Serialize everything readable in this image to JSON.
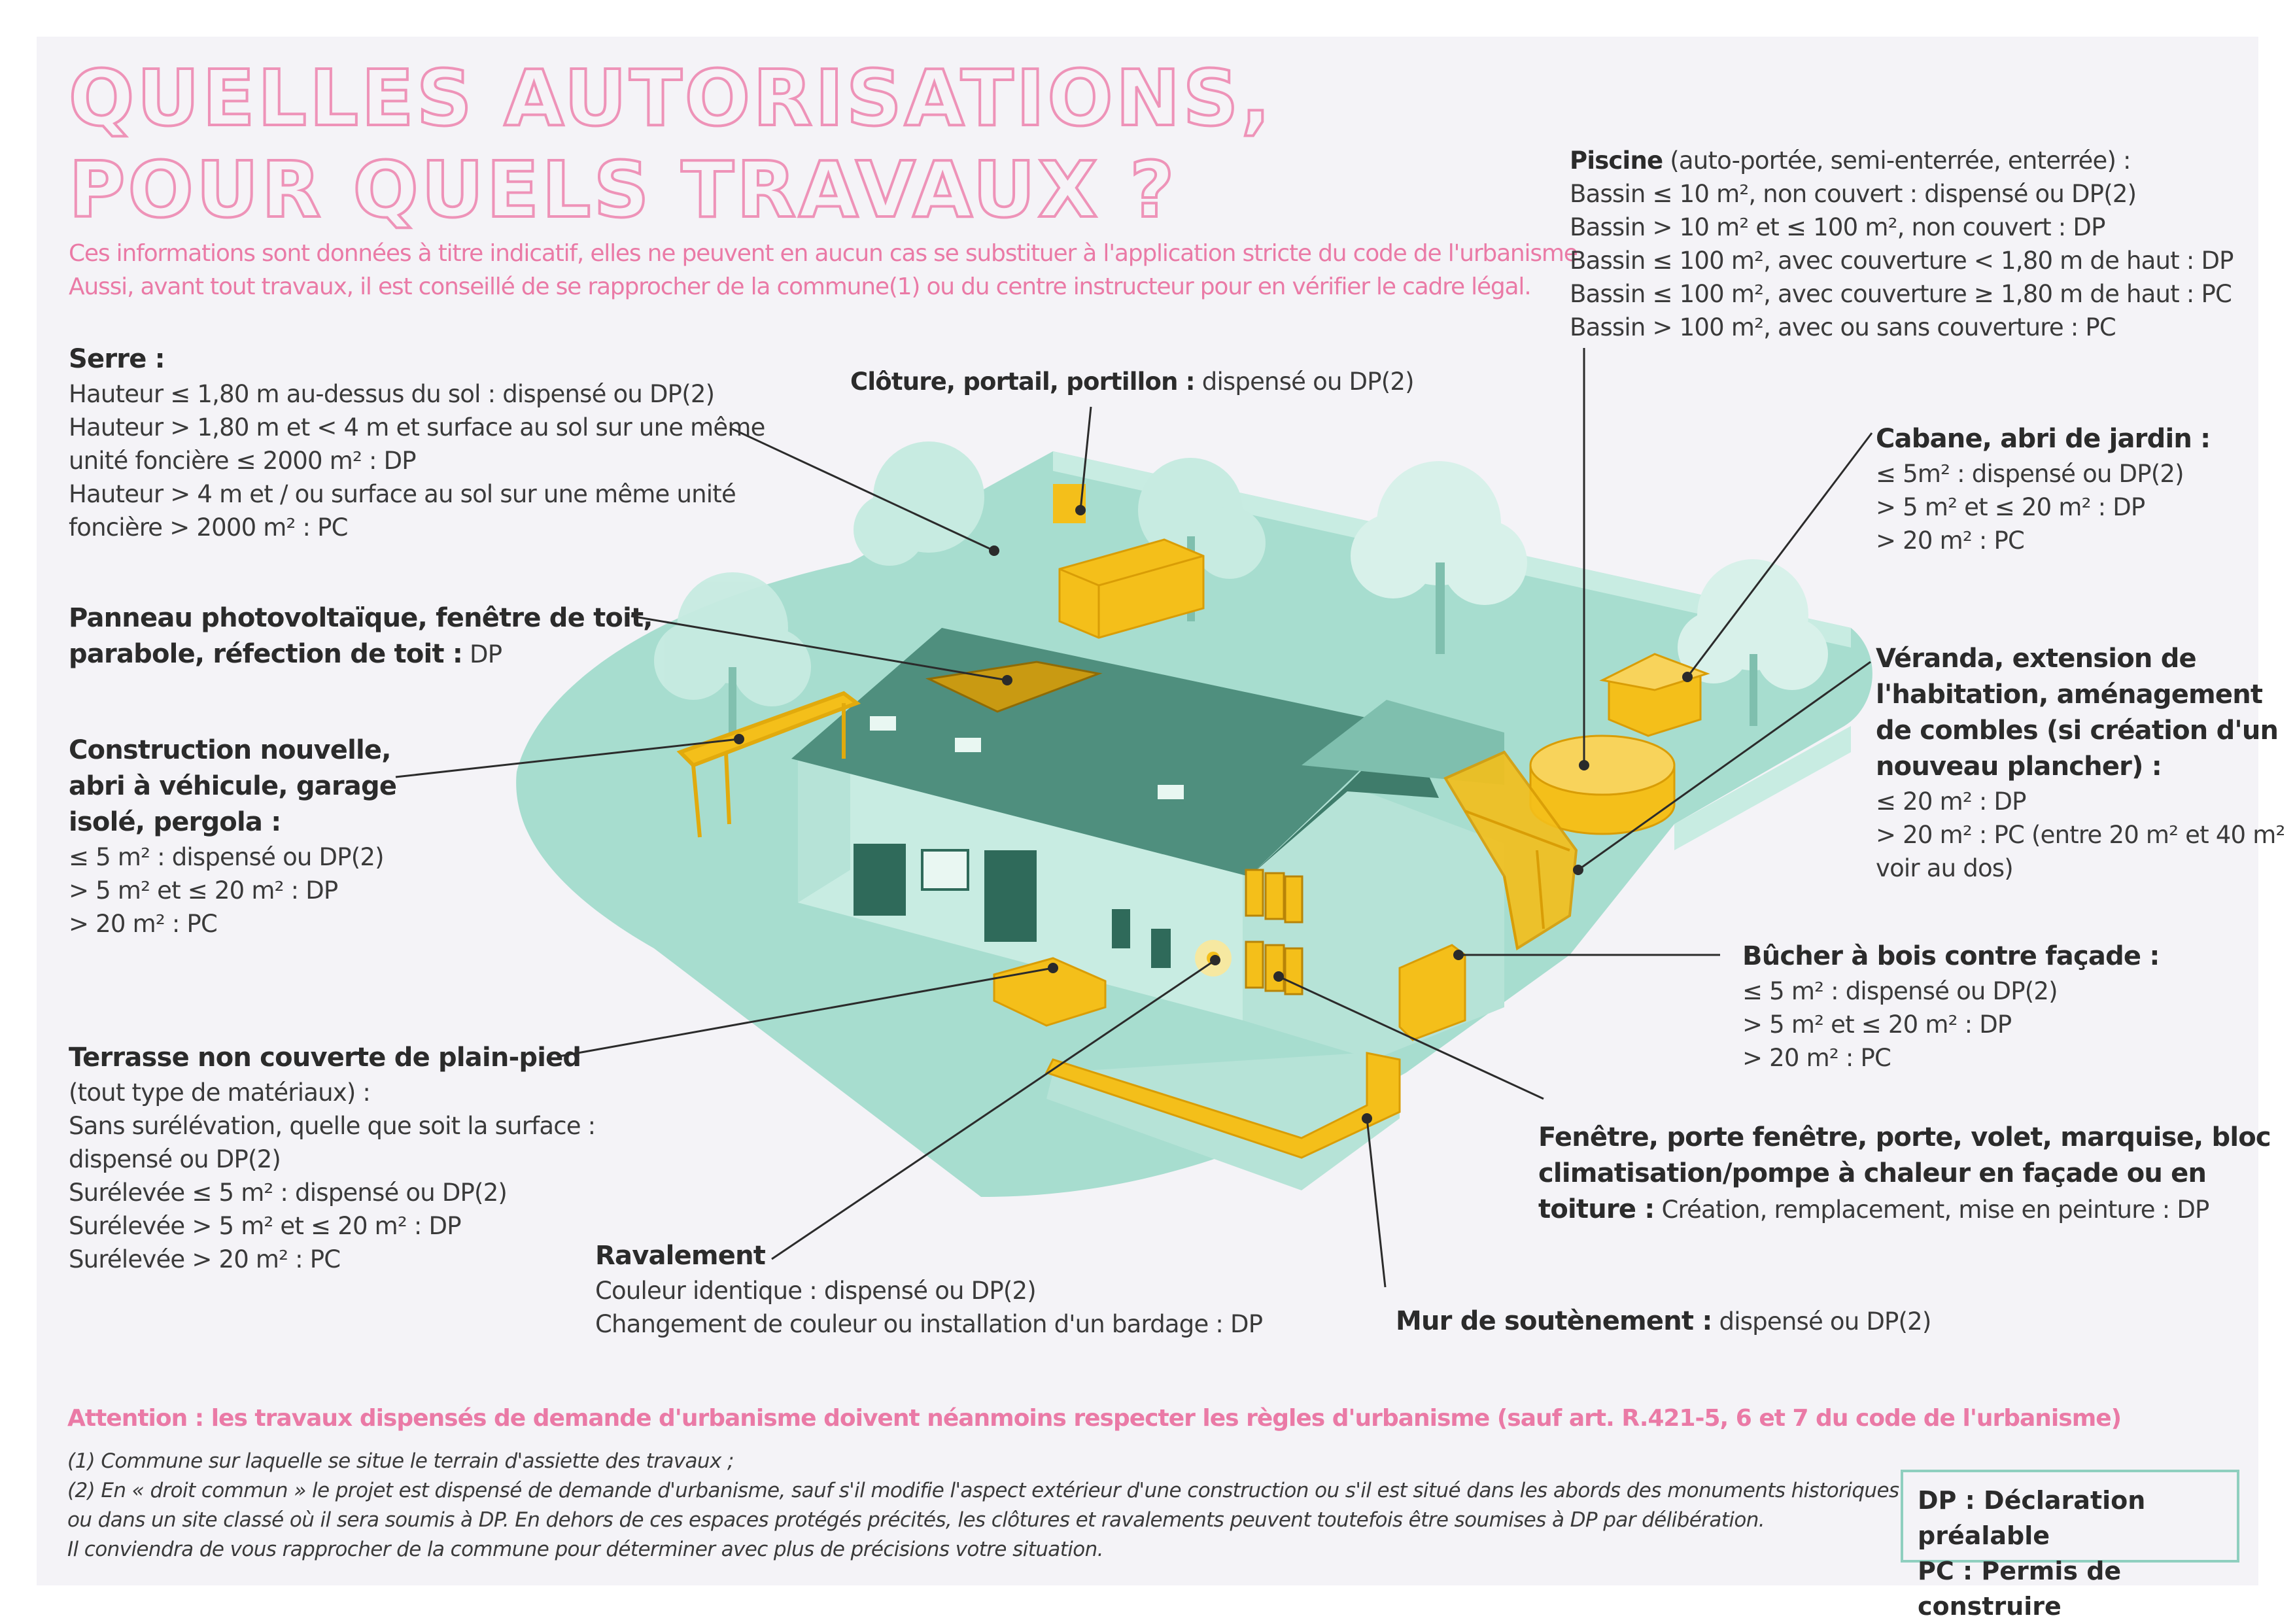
{
  "title": {
    "line1": "QUELLES AUTORISATIONS,",
    "line2": "POUR QUELS TRAVAUX ?"
  },
  "intro": {
    "line1": "Ces informations sont données à titre indicatif, elles ne peuvent en aucun cas se substituer à l'application stricte du code de l'urbanisme",
    "line2": "Aussi, avant tout travaux, il est conseillé de se rapprocher de la commune(1) ou du centre instructeur pour en vérifier le cadre légal."
  },
  "serre": {
    "heading": "Serre :",
    "lines": [
      "Hauteur ≤ 1,80 m au-dessus du sol : dispensé ou DP(2)",
      "Hauteur > 1,80 m et < 4 m et surface au sol sur une même",
      "unité foncière ≤ 2000 m² : DP",
      "Hauteur > 4 m et / ou surface au sol sur une même unité",
      "foncière > 2000 m² : PC"
    ]
  },
  "cloture": {
    "heading": "Clôture, portail, portillon :",
    "text": " dispensé ou DP(2)"
  },
  "piscine": {
    "heading": "Piscine",
    "subheading": " (auto-portée, semi-enterrée, enterrée) :",
    "lines": [
      "Bassin ≤ 10 m², non couvert : dispensé ou DP(2)",
      "Bassin > 10 m² et ≤ 100 m², non couvert : DP",
      "Bassin ≤ 100 m², avec couverture < 1,80 m de haut : DP",
      "Bassin ≤ 100 m², avec couverture ≥ 1,80 m de haut : PC",
      "Bassin > 100 m², avec ou sans couverture : PC"
    ]
  },
  "cabane": {
    "heading": "Cabane, abri de jardin :",
    "lines": [
      "≤ 5m² : dispensé ou DP(2)",
      "> 5 m² et ≤ 20 m² : DP",
      "> 20 m² : PC"
    ]
  },
  "panneau": {
    "heading1": "Panneau photovoltaïque, fenêtre de toit,",
    "heading2": "parabole, réfection de toit :",
    "text": " DP"
  },
  "construction": {
    "heading": [
      "Construction nouvelle,",
      "abri à véhicule, garage",
      "isolé, pergola :"
    ],
    "lines": [
      "≤ 5 m² : dispensé ou DP(2)",
      "> 5 m² et ≤ 20 m² : DP",
      "> 20 m² : PC"
    ]
  },
  "veranda": {
    "heading": [
      "Véranda, extension de",
      "l'habitation, aménagement",
      "de combles (si création d'un",
      "nouveau plancher) :"
    ],
    "lines": [
      "≤ 20 m² : DP",
      "> 20 m² : PC (entre 20 m² et 40 m²",
      "voir au dos)"
    ]
  },
  "bucher": {
    "heading": "Bûcher à bois contre façade :",
    "lines": [
      "≤ 5 m² : dispensé ou DP(2)",
      "> 5 m² et ≤ 20 m² : DP",
      "> 20 m² : PC"
    ]
  },
  "terrasse": {
    "heading": "Terrasse non couverte de plain-pied",
    "lines": [
      "(tout type de matériaux) :",
      "Sans surélévation, quelle que soit la surface :",
      "dispensé ou DP(2)",
      "Surélevée ≤ 5 m² : dispensé ou DP(2)",
      "Surélevée > 5 m² et ≤ 20 m² : DP",
      "Surélevée > 20 m² : PC"
    ]
  },
  "fenetre": {
    "heading1": "Fenêtre, porte fenêtre, porte, volet, marquise, bloc",
    "heading2": "climatisation/pompe à chaleur en façade ou en",
    "heading3": "toiture :",
    "text": " Création, remplacement, mise en peinture : DP"
  },
  "ravalement": {
    "heading": "Ravalement",
    "lines": [
      "Couleur identique : dispensé ou DP(2)",
      "Changement de couleur ou installation d'un bardage : DP"
    ]
  },
  "mur": {
    "heading": "Mur de soutènement :",
    "text": " dispensé ou DP(2)"
  },
  "attention": "Attention : les travaux dispensés de demande d'urbanisme doivent néanmoins respecter les règles d'urbanisme (sauf art. R.421-5, 6 et 7 du code de l'urbanisme)",
  "notes": [
    "(1)  Commune sur laquelle se situe le terrain d'assiette des travaux ;",
    "(2)  En « droit commun » le projet est dispensé de demande d'urbanisme, sauf s'il modifie l'aspect extérieur d'une construction ou s'il est situé dans les abords des monuments historiques",
    "ou dans un site classé où il sera soumis à DP. En dehors de ces espaces protégés précités, les clôtures et ravalements peuvent toutefois être soumises à DP par délibération.",
    "Il conviendra de vous rapprocher de la commune pour déterminer avec plus de précisions votre situation."
  ],
  "legend": {
    "dp": "DP : Déclaration préalable",
    "pc": "PC : Permis de construire"
  },
  "colors": {
    "accent_pink": "#ea7aa6",
    "ground_green": "#a7ddcf",
    "house_green": "#8fcfbf",
    "roof_green": "#4f8f7e",
    "highlight_yellow": "#f4bf1a"
  }
}
